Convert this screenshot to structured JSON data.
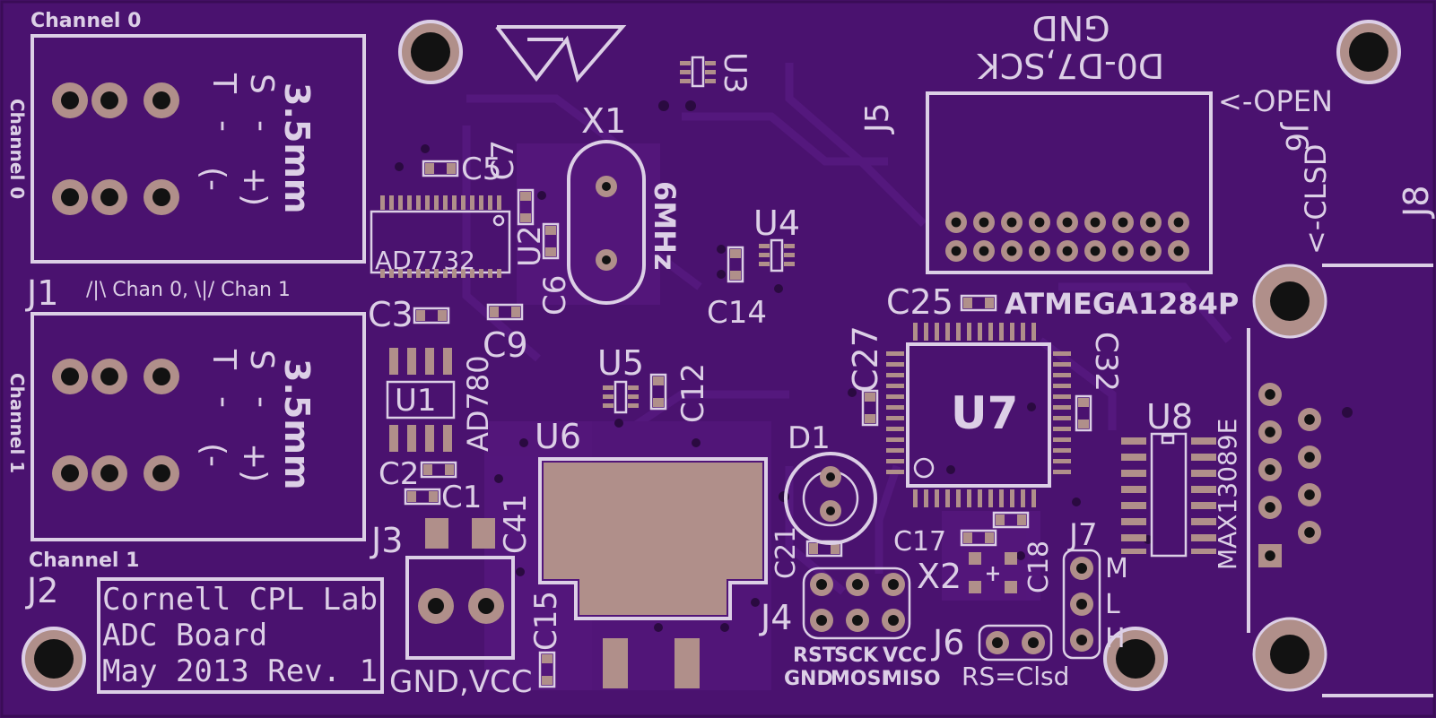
{
  "labels": {
    "channel0_top": "Channel 0",
    "channel0_side": "Channel 0",
    "channel1_side": "Channel 1",
    "channel1_bottom": "Channel 1",
    "j1": "J1",
    "j2": "J2",
    "j3": "J3",
    "j4": "J4",
    "j5": "J5",
    "j6_top": "J6",
    "j6_bottom": "J6",
    "j7": "J7",
    "j8": "J8",
    "jack_size_1": "3.5mm",
    "jack_size_2": "3.5mm",
    "chan_note": "/|\\ Chan 0, \\|/ Chan 1",
    "x1": "X1",
    "x1_freq": "6MHz",
    "x2": "X2",
    "u1": "U1",
    "u1_part": "AD780",
    "u2": "U2",
    "u2_part": "AD7732",
    "u3": "U3",
    "u4": "U4",
    "u5": "U5",
    "u6": "U6",
    "u7": "U7",
    "u7_part": "ATMEGA1284P",
    "u8": "U8",
    "u8_part": "MAX13089E",
    "d1": "D1",
    "c1": "C1",
    "c2": "C2",
    "c3": "C3",
    "c5": "C5",
    "c6": "C6",
    "c7": "C7",
    "c9": "C9",
    "c12": "C12",
    "c14": "C14",
    "c15": "C15",
    "c17": "C17",
    "c18": "C18",
    "c21": "C21",
    "c25": "C25",
    "c27": "C27",
    "c32": "C32",
    "c41": "C41",
    "gnd_top": "GND",
    "data_bus": "D0-D7,SCK",
    "open": "<-OPEN",
    "clsd": "<-CLSD",
    "gnd_vcc": "GND,VCC",
    "rs_clsd": "RS=Clsd",
    "j7_m": "M",
    "j7_l": "L",
    "j7_h": "H",
    "isp_row1": [
      "RST",
      "SCK",
      "VCC"
    ],
    "isp_row2": [
      "GND",
      "MOSI",
      "MISO"
    ],
    "info_line1": "Cornell CPL Lab",
    "info_line2": "ADC Board",
    "info_line3": "May 2013 Rev. 1"
  },
  "jack_glyphs": {
    "t": "T",
    "s": "S",
    "dash": "-",
    "minus": "(-",
    "plus": "+)"
  },
  "colors": {
    "board": "#4a126f",
    "silkscreen": "#dccfe6",
    "pad": "#b08f8a",
    "hole": "#121212"
  }
}
